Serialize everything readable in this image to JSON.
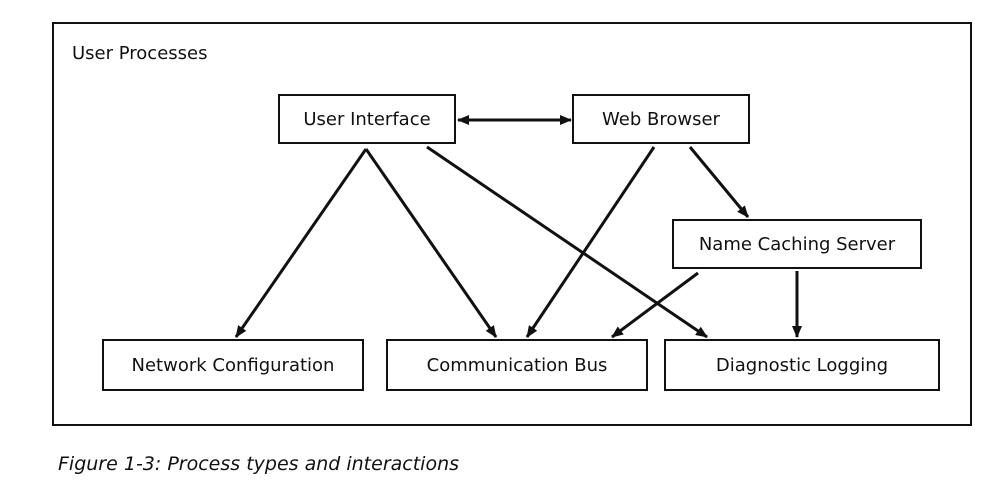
{
  "container": {
    "label": "User Processes"
  },
  "nodes": {
    "user_interface": "User Interface",
    "web_browser": "Web Browser",
    "name_caching_server": "Name Caching Server",
    "network_configuration": "Network Configuration",
    "communication_bus": "Communication Bus",
    "diagnostic_logging": "Diagnostic Logging"
  },
  "edges": [
    {
      "from": "user_interface",
      "to": "web_browser",
      "bidirectional": true
    },
    {
      "from": "user_interface",
      "to": "network_configuration"
    },
    {
      "from": "user_interface",
      "to": "communication_bus"
    },
    {
      "from": "user_interface",
      "to": "diagnostic_logging"
    },
    {
      "from": "web_browser",
      "to": "communication_bus"
    },
    {
      "from": "web_browser",
      "to": "name_caching_server"
    },
    {
      "from": "name_caching_server",
      "to": "communication_bus"
    },
    {
      "from": "name_caching_server",
      "to": "diagnostic_logging"
    }
  ],
  "caption": "Figure 1-3: Process types and interactions",
  "colors": {
    "stroke": "#111111",
    "background": "#ffffff"
  }
}
